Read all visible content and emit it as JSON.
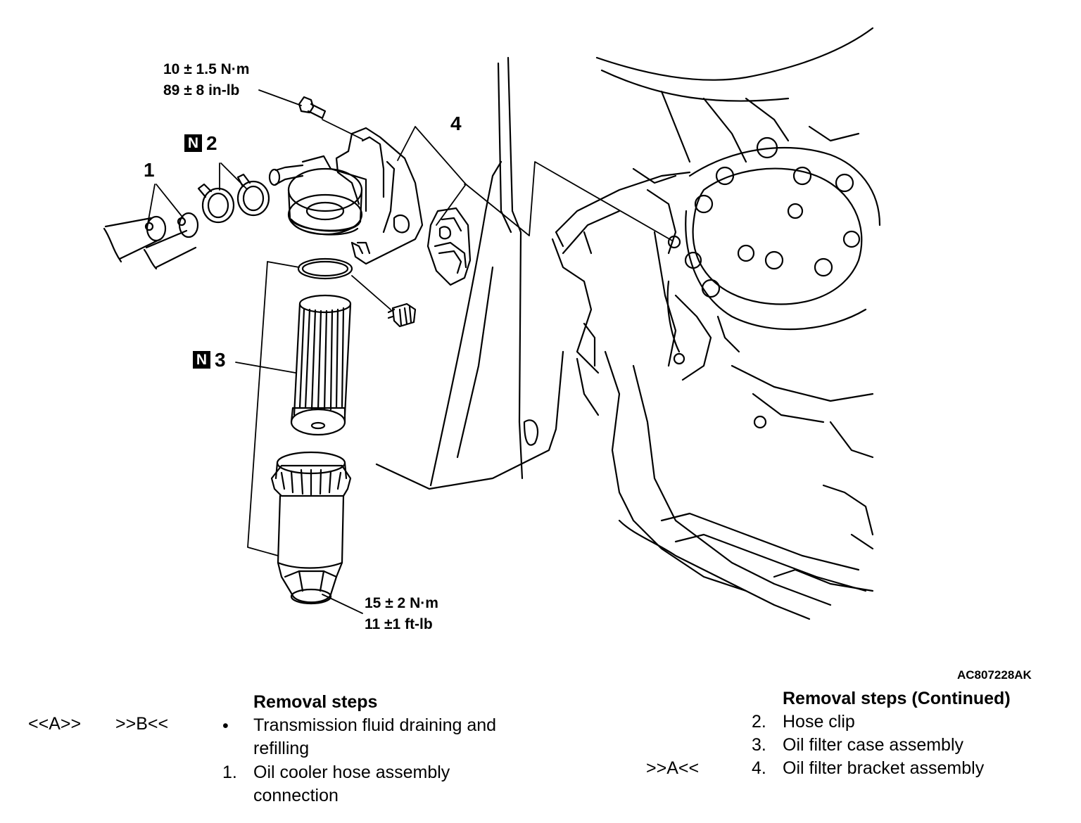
{
  "torque_labels": {
    "bolt": [
      "10 ± 1.5 N·m",
      "89 ± 8 in-lb"
    ],
    "case": [
      "15 ± 2 N·m",
      "11 ±1 ft-lb"
    ]
  },
  "part_labels": {
    "p1": "1",
    "p2": "2",
    "p3": "3",
    "p4": "4",
    "n_badge": "N"
  },
  "figure_code": "AC807228AK",
  "left_column": {
    "ref_a": "<<A>>",
    "ref_b": ">>B<<",
    "heading": "Removal steps",
    "bullet": "•",
    "step_bullet_text": [
      "Transmission fluid draining and",
      "refilling"
    ],
    "step1_num": "1.",
    "step1_text": [
      "Oil cooler hose assembly",
      "connection"
    ]
  },
  "right_column": {
    "heading": "Removal steps (Continued)",
    "steps": [
      {
        "ref": "",
        "num": "2.",
        "text": "Hose clip"
      },
      {
        "ref": "",
        "num": "3.",
        "text": "Oil filter case assembly"
      },
      {
        "ref": ">>A<<",
        "num": "4.",
        "text": "Oil filter bracket assembly"
      }
    ]
  }
}
